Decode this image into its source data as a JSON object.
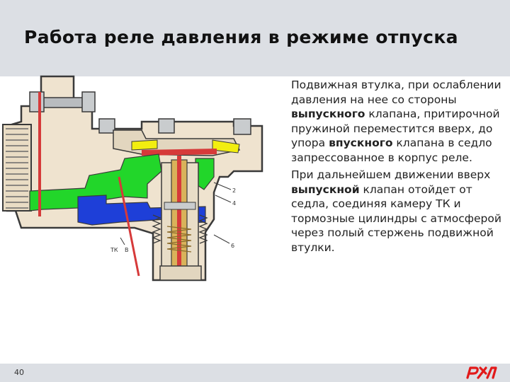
{
  "slide": {
    "title": "Работа реле давления в режиме отпуска",
    "page_number": "40"
  },
  "figure": {
    "labels": {
      "tk": "ТК",
      "v": "В",
      "n2": "2",
      "n4": "4",
      "n6": "6"
    }
  },
  "paragraphs": [
    {
      "segments": [
        {
          "text": "Подвижная втулка, при ослаблении давления на нее со стороны ",
          "bold": false
        },
        {
          "text": "выпускного",
          "bold": true
        },
        {
          "text": " клапана, притирочной пружиной переместится вверх, до упора ",
          "bold": false
        },
        {
          "text": "впускного",
          "bold": true
        },
        {
          "text": " клапана в седло запрессованное в корпус реле.",
          "bold": false
        }
      ]
    },
    {
      "segments": [
        {
          "text": "При дальнейшем движении вверх ",
          "bold": false
        },
        {
          "text": "выпускной",
          "bold": true
        },
        {
          "text": " клапан отойдет от седла, соединяя камеру ТК и тормозные цилиндры с атмосферой через полый стержень подвижной втулки.",
          "bold": false
        }
      ]
    }
  ],
  "logo": {
    "text": "РЖД",
    "color": "#e21a1a"
  },
  "colors": {
    "header": "#dcdfe4",
    "body_cast": "#efe3cf",
    "outline": "#3a3a3a",
    "red_channel": "#d63a3a",
    "green_chamber": "#22d62a",
    "blue_chamber": "#1e3fd8",
    "yellow_chamber": "#f2ee10",
    "gold_parts": "#d9b25a",
    "bolt_gray": "#b9bcbf"
  }
}
